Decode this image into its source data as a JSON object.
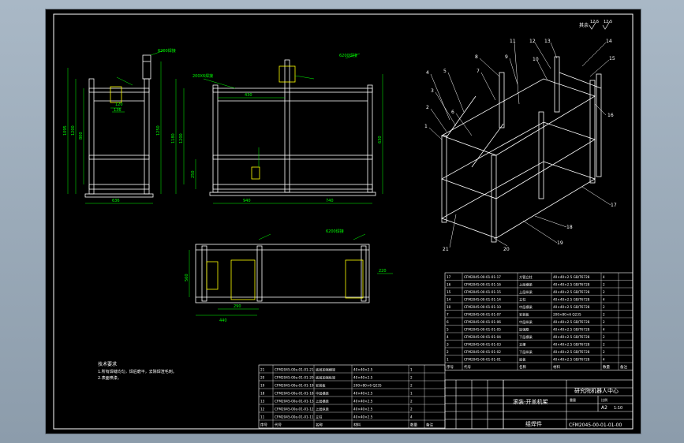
{
  "view": {
    "background_color": "#a4b2c0",
    "sheet_color": "#000000",
    "line_color": "#ffffff",
    "accent_color": "#ffff00",
    "cyan_color": "#00ffff",
    "green_color": "#00ff00"
  },
  "roughness": {
    "label": "其余",
    "symbol_1": "12.5",
    "symbol_2": "12.5"
  },
  "part_balloons": [
    "1",
    "2",
    "3",
    "4",
    "5",
    "6",
    "7",
    "8",
    "9",
    "10",
    "11",
    "12",
    "13",
    "14",
    "15",
    "16",
    "17",
    "18",
    "19",
    "20",
    "21"
  ],
  "dimensions": {
    "front": {
      "d1": "1095",
      "d2": "1200",
      "d3": "1250",
      "d4": "800",
      "d5": "636",
      "d6": "136",
      "d7": "120"
    },
    "side": {
      "d1": "1180",
      "d2": "1200",
      "d3": "630",
      "d4": "430",
      "d5": "250",
      "d6": "940",
      "d7": "740"
    },
    "top": {
      "d1": "560",
      "d2": "290",
      "d3": "440",
      "d4": "220"
    }
  },
  "weld_notes": {
    "w1": "6200焊接",
    "w2": "6200焊接",
    "w3": "200X6焊接",
    "w4": "6200焊接"
  },
  "tech_requirements": {
    "title": "技术要求",
    "items": [
      "1.所有焊缝均匀，焊后磨平，去除焊渣毛刺。",
      "2.表面喷漆。"
    ]
  },
  "bom_right": {
    "headers": [
      "序号",
      "代号",
      "名称",
      "材料",
      "数量",
      "备注"
    ],
    "rows": [
      {
        "no": "17",
        "code": "CFM2045-00-01-01-17",
        "name": "方管立柱",
        "spec": "40×40×2.5 GB/T6728",
        "qty": "4"
      },
      {
        "no": "16",
        "code": "CFM2045-00-01-01-16",
        "name": "上层横梁",
        "spec": "40×40×2.5 GB/T6728",
        "qty": "2"
      },
      {
        "no": "15",
        "code": "CFM2045-00-01-01-15",
        "name": "上层纵梁",
        "spec": "40×40×2.5 GB/T6728",
        "qty": "2"
      },
      {
        "no": "14",
        "code": "CFM2045-00-01-01-14",
        "name": "立柱",
        "spec": "40×40×2.5 GB/T6728",
        "qty": "4"
      },
      {
        "no": "10",
        "code": "CFM2045-00-01-01-10",
        "name": "中层横梁",
        "spec": "40×40×2.5 GB/T6728",
        "qty": "2"
      },
      {
        "no": "7",
        "code": "CFM2045-00-01-01-07",
        "name": "安装板",
        "spec": "200×80×6 Q235",
        "qty": "2"
      },
      {
        "no": "6",
        "code": "CFM2045-00-01-01-06",
        "name": "中层纵梁",
        "spec": "40×40×2.5 GB/T6728",
        "qty": "2"
      },
      {
        "no": "5",
        "code": "CFM2045-00-01-01-05",
        "name": "加强筋",
        "spec": "40×40×2.5 GB/T6728",
        "qty": "4"
      },
      {
        "no": "4",
        "code": "CFM2045-00-01-01-04",
        "name": "下层横梁",
        "spec": "40×40×2.5 GB/T6728",
        "qty": "2"
      },
      {
        "no": "3",
        "code": "CFM2045-00-01-01-03",
        "name": "支撑",
        "spec": "40×40×2.5 GB/T6728",
        "qty": "2"
      },
      {
        "no": "2",
        "code": "CFM2045-00-01-01-02",
        "name": "下层纵梁",
        "spec": "40×40×2.5 GB/T6728",
        "qty": "2"
      },
      {
        "no": "1",
        "code": "CFM2045-00-01-01-01",
        "name": "底板",
        "spec": "40×40×2.5 GB/T6728",
        "qty": "4"
      }
    ]
  },
  "bom_left": {
    "headers": [
      "序号",
      "代号",
      "名称",
      "材料",
      "数量",
      "备注"
    ],
    "rows": [
      {
        "no": "21",
        "code": "CFM2045-00e-01-01-21",
        "name": "底层加强横梁",
        "spec": "40×40×2.5",
        "qty": "1"
      },
      {
        "no": "20",
        "code": "CFM2045-00e-01-01-20",
        "name": "底层加强纵梁",
        "spec": "40×40×2.5",
        "qty": "2"
      },
      {
        "no": "19",
        "code": "CFM2045-00e-01-01-19",
        "name": "安装板",
        "spec": "200×80×6 Q235",
        "qty": "2"
      },
      {
        "no": "18",
        "code": "CFM2045-00e-01-01-18",
        "name": "中层横梁",
        "spec": "40×40×2.5",
        "qty": "1"
      },
      {
        "no": "13",
        "code": "CFM2045-00e-01-01-13",
        "name": "上层横梁",
        "spec": "40×40×2.5",
        "qty": "2"
      },
      {
        "no": "12",
        "code": "CFM2045-00e-01-01-12",
        "name": "上层纵梁",
        "spec": "40×40×2.5",
        "qty": "2"
      },
      {
        "no": "11",
        "code": "CFM2045-00e-01-01-11",
        "name": "立柱",
        "spec": "40×40×2.5",
        "qty": "4"
      }
    ]
  },
  "title_block": {
    "institution": "研究院机器人中心",
    "drawing_title": "滚装-开盖机架",
    "part_type": "组焊件",
    "drawing_no": "CFM2045-00-01-01-00",
    "scale_label": "比例",
    "scale": "1:10",
    "sheet_size": "A2",
    "weight_label": "重量"
  }
}
